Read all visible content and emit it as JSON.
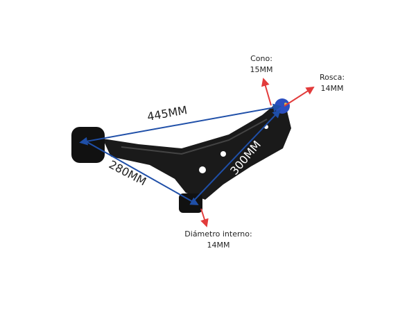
{
  "dimensions": {
    "length_top": "445MM",
    "length_side": "280MM",
    "length_diagonal": "300MM"
  },
  "callouts": {
    "cone": {
      "label": "Cono:",
      "value": "15MM"
    },
    "thread": {
      "label": "Rosca:",
      "value": "14MM"
    },
    "inner_diameter": {
      "label": "Diámetro interno:",
      "value": "14MM"
    }
  },
  "colors": {
    "dimension_line": "#1f4fa8",
    "arrow": "#e23b3b",
    "part": "#151515",
    "ball_joint": "#2b4fc0"
  }
}
